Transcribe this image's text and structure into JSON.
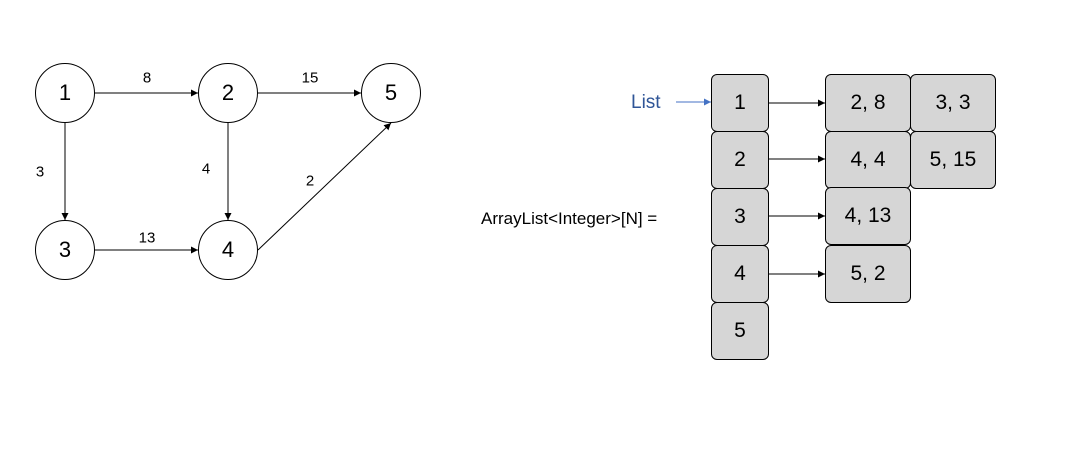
{
  "graph": {
    "nodes": [
      {
        "id": "1",
        "label": "1"
      },
      {
        "id": "2",
        "label": "2"
      },
      {
        "id": "3",
        "label": "3"
      },
      {
        "id": "4",
        "label": "4"
      },
      {
        "id": "5",
        "label": "5"
      }
    ],
    "edges": [
      {
        "from": "1",
        "to": "2",
        "weight": "8"
      },
      {
        "from": "2",
        "to": "5",
        "weight": "15"
      },
      {
        "from": "1",
        "to": "3",
        "weight": "3"
      },
      {
        "from": "2",
        "to": "4",
        "weight": "4"
      },
      {
        "from": "3",
        "to": "4",
        "weight": "13"
      },
      {
        "from": "4",
        "to": "5",
        "weight": "2"
      }
    ]
  },
  "adjacency": {
    "list_label": "List",
    "declaration": "ArrayList<Integer>[N] =",
    "rows": [
      {
        "index": "1",
        "entries": [
          "2, 8",
          "3, 3"
        ]
      },
      {
        "index": "2",
        "entries": [
          "4, 4",
          "5, 15"
        ]
      },
      {
        "index": "3",
        "entries": [
          "4, 13"
        ]
      },
      {
        "index": "4",
        "entries": [
          "5, 2"
        ]
      },
      {
        "index": "5",
        "entries": []
      }
    ]
  },
  "colors": {
    "list_label": "#2f5597",
    "list_arrow": "#4472c4",
    "cell_fill": "#d6d6d6",
    "line": "#000000"
  }
}
